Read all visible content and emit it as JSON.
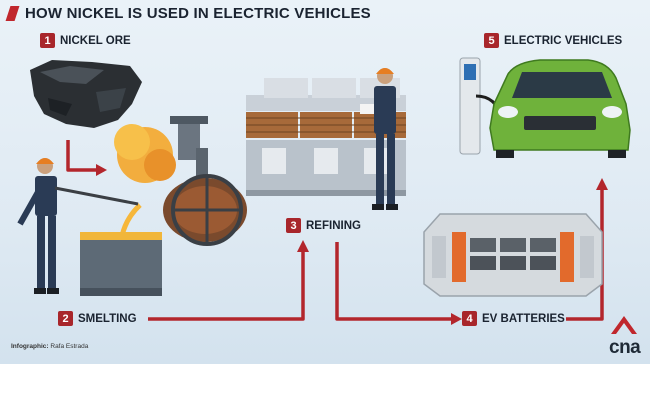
{
  "title": "HOW NICKEL IS USED IN ELECTRIC VEHICLES",
  "steps": [
    {
      "num": "1",
      "label": "NICKEL ORE"
    },
    {
      "num": "2",
      "label": "SMELTING"
    },
    {
      "num": "3",
      "label": "REFINING"
    },
    {
      "num": "4",
      "label": "EV BATTERIES"
    },
    {
      "num": "5",
      "label": "ELECTRIC VEHICLES"
    }
  ],
  "credit": {
    "prefix": "Infographic:",
    "name": "Rafa Estrada"
  },
  "logo": {
    "text": "cna"
  },
  "colors": {
    "arrow": "#b3262c",
    "badge": "#a8262b",
    "car": "#6fb23b",
    "background": "#e3edf5"
  }
}
